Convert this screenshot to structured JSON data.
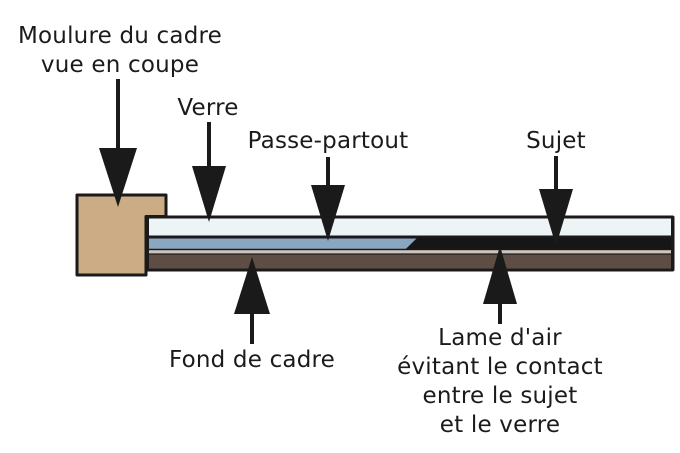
{
  "colors": {
    "background": "#ffffff",
    "outline": "#1a1a1a",
    "frame_wood": "#cbac85",
    "glass": "#edf4f6",
    "passe_partout": "#8ba6c1",
    "air_gap": "#161616",
    "subject": "#cfc3bd",
    "backing": "#5e4d44",
    "text": "#1b1b1b"
  },
  "labels": {
    "moulure": {
      "lines": [
        "Moulure du cadre",
        "vue en coupe"
      ]
    },
    "verre": {
      "text": "Verre"
    },
    "passe_partout": {
      "text": "Passe-partout"
    },
    "sujet": {
      "text": "Sujet"
    },
    "fond": {
      "text": "Fond de cadre"
    },
    "lame_air": {
      "lines": [
        "Lame d'air",
        "évitant le contact",
        "entre le sujet",
        "et le verre"
      ]
    }
  }
}
